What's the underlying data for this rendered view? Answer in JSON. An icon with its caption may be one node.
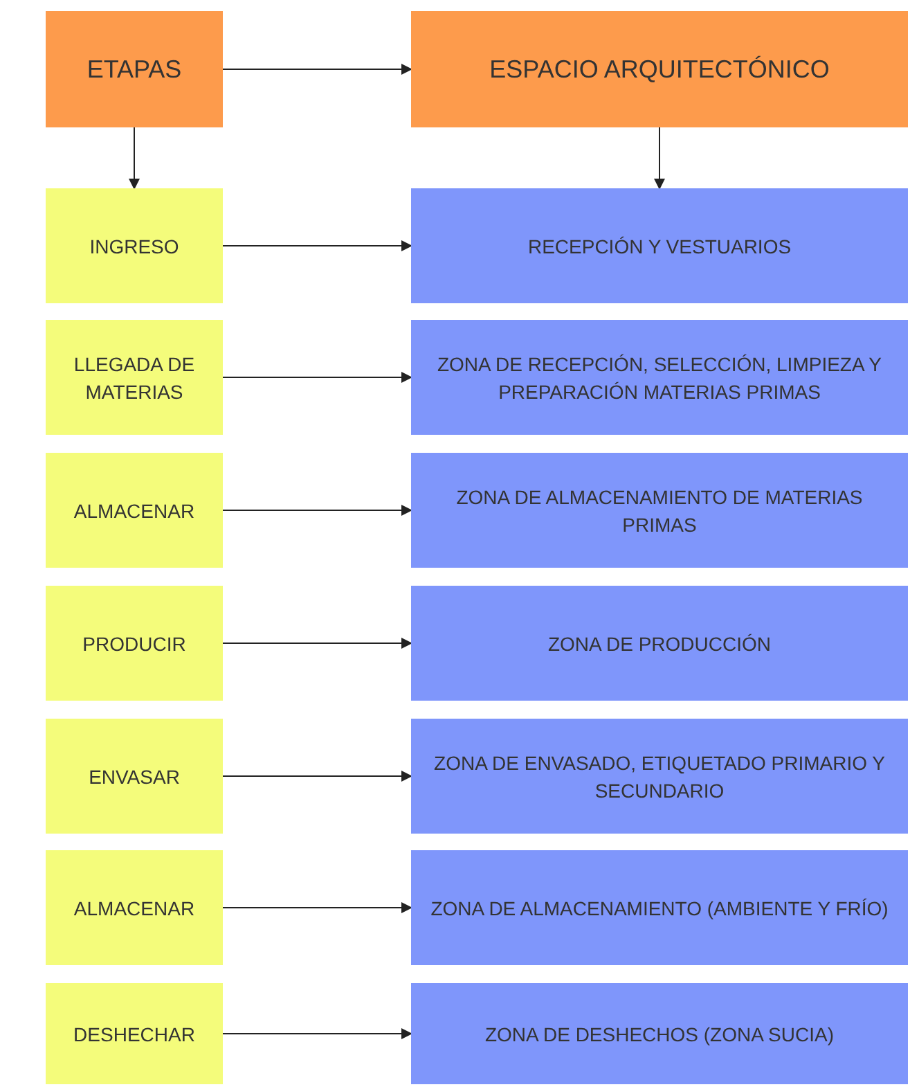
{
  "diagram": {
    "nodes": [
      {
        "text": [
          "ETAPAS"
        ]
      },
      {
        "text": [
          "ESPACIO ARQUITECTÓNICO"
        ]
      },
      {
        "text": [
          "INGRESO"
        ]
      },
      {
        "text": [
          "RECEPCIÓN Y VESTUARIOS"
        ]
      },
      {
        "text": [
          "LLEGADA DE MATERIAS"
        ]
      },
      {
        "text": [
          "ZONA DE RECEPCIÓN, SELECCIÓN, LIMPIEZA Y PREPARACIÓN MATERIAS PRIMAS"
        ]
      },
      {
        "text": [
          "ALMACENAR"
        ]
      },
      {
        "text": [
          "ZONA DE ALMACENAMIENTO DE MATERIAS PRIMAS"
        ]
      },
      {
        "text": [
          "PRODUCIR"
        ]
      },
      {
        "text": [
          "ZONA DE PRODUCCIÓN"
        ]
      },
      {
        "text": [
          "ENVASAR"
        ]
      },
      {
        "text": [
          "ZONA DE ENVASADO, ETIQUETADO PRIMARIO Y SECUNDARIO"
        ]
      },
      {
        "text": [
          "ALMACENAR"
        ]
      },
      {
        "text": [
          "ZONA DE ALMACENAMIENTO (AMBIENTE Y FRÍO)"
        ]
      },
      {
        "text": [
          "DESHECHAR"
        ]
      },
      {
        "text": [
          "ZONA DE DESHECHOS (ZONA SUCIA)"
        ]
      }
    ],
    "edges": [
      {
        "from": 0,
        "to": 1,
        "arrow": "to"
      },
      {
        "from": 0,
        "to": 2,
        "arrow": "to"
      },
      {
        "from": 1,
        "to": 3,
        "arrow": "to"
      },
      {
        "from": 2,
        "to": 3,
        "arrow": "to"
      },
      {
        "from": 4,
        "to": 5,
        "arrow": "to"
      },
      {
        "from": 6,
        "to": 7,
        "arrow": "to"
      },
      {
        "from": 8,
        "to": 9,
        "arrow": "to"
      },
      {
        "from": 10,
        "to": 11,
        "arrow": "to"
      },
      {
        "from": 12,
        "to": 13,
        "arrow": "to"
      },
      {
        "from": 14,
        "to": 15,
        "arrow": "to"
      }
    ]
  }
}
